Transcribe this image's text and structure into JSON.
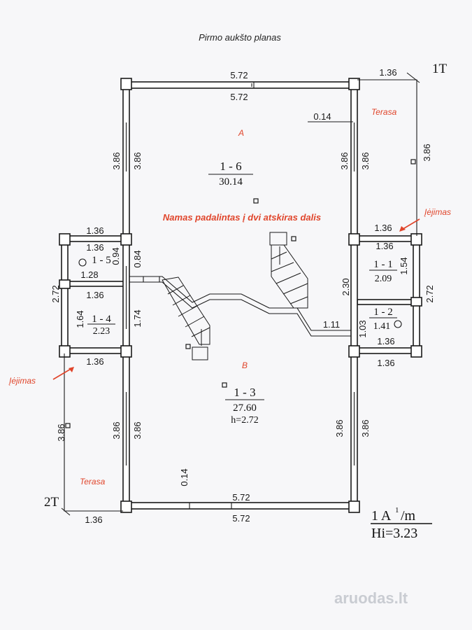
{
  "title": "Pirmo aukšto planas",
  "markers": {
    "top_right": "1T",
    "bottom_left": "2T"
  },
  "dims": {
    "d572": "5.72",
    "d136": "1.36",
    "d386": "3.86",
    "d014": "0.14",
    "d084": "0.84",
    "d094": "0.94",
    "d128": "1.28",
    "d272": "2.72",
    "d164": "1.64",
    "d174": "1.74",
    "d230": "2.30",
    "d111": "1.11",
    "d154": "1.54",
    "d103": "1.03"
  },
  "rooms": {
    "r16": {
      "id": "1 - 6",
      "area": "30.14",
      "zone": "A"
    },
    "r13": {
      "id": "1 - 3",
      "area": "27.60",
      "height": "h=2.72",
      "zone": "B"
    },
    "r15": {
      "id": "1 - 5",
      "area": "1.28"
    },
    "r14": {
      "id": "1 - 4",
      "area": "2.23"
    },
    "r11": {
      "id": "1 - 1",
      "area": "2.09"
    },
    "r12": {
      "id": "1 - 2",
      "area": "1.41"
    }
  },
  "labels": {
    "terasa": "Terasa",
    "iejimas": "Įėjimas",
    "divided": "Namas padalintas į dvi atskiras dalis"
  },
  "stamp": {
    "line1": "1 A",
    "sup": "1",
    "unit": "/m",
    "line2": "Hi=3.23"
  },
  "watermark": "aruodas.lt",
  "colors": {
    "annotation": "#e0452b",
    "line": "#1a1a1a",
    "background": "#f7f7f9"
  }
}
